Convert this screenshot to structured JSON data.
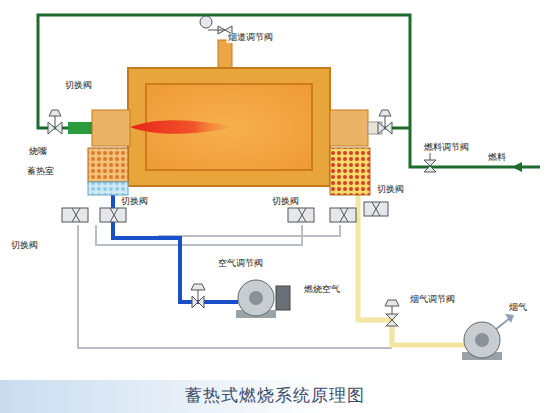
{
  "diagram": {
    "caption": "蓄热式燃烧系统原理图",
    "labels": [
      "烟道调节阀",
      "切换阀",
      "燃料调节阀",
      "燃料",
      "烧嘴",
      "蓄热室",
      "切换阀",
      "切换阀",
      "切换阀",
      "切换阀",
      "空气调节阀",
      "燃烧空气",
      "烟气调节阀",
      "烟气"
    ]
  }
}
